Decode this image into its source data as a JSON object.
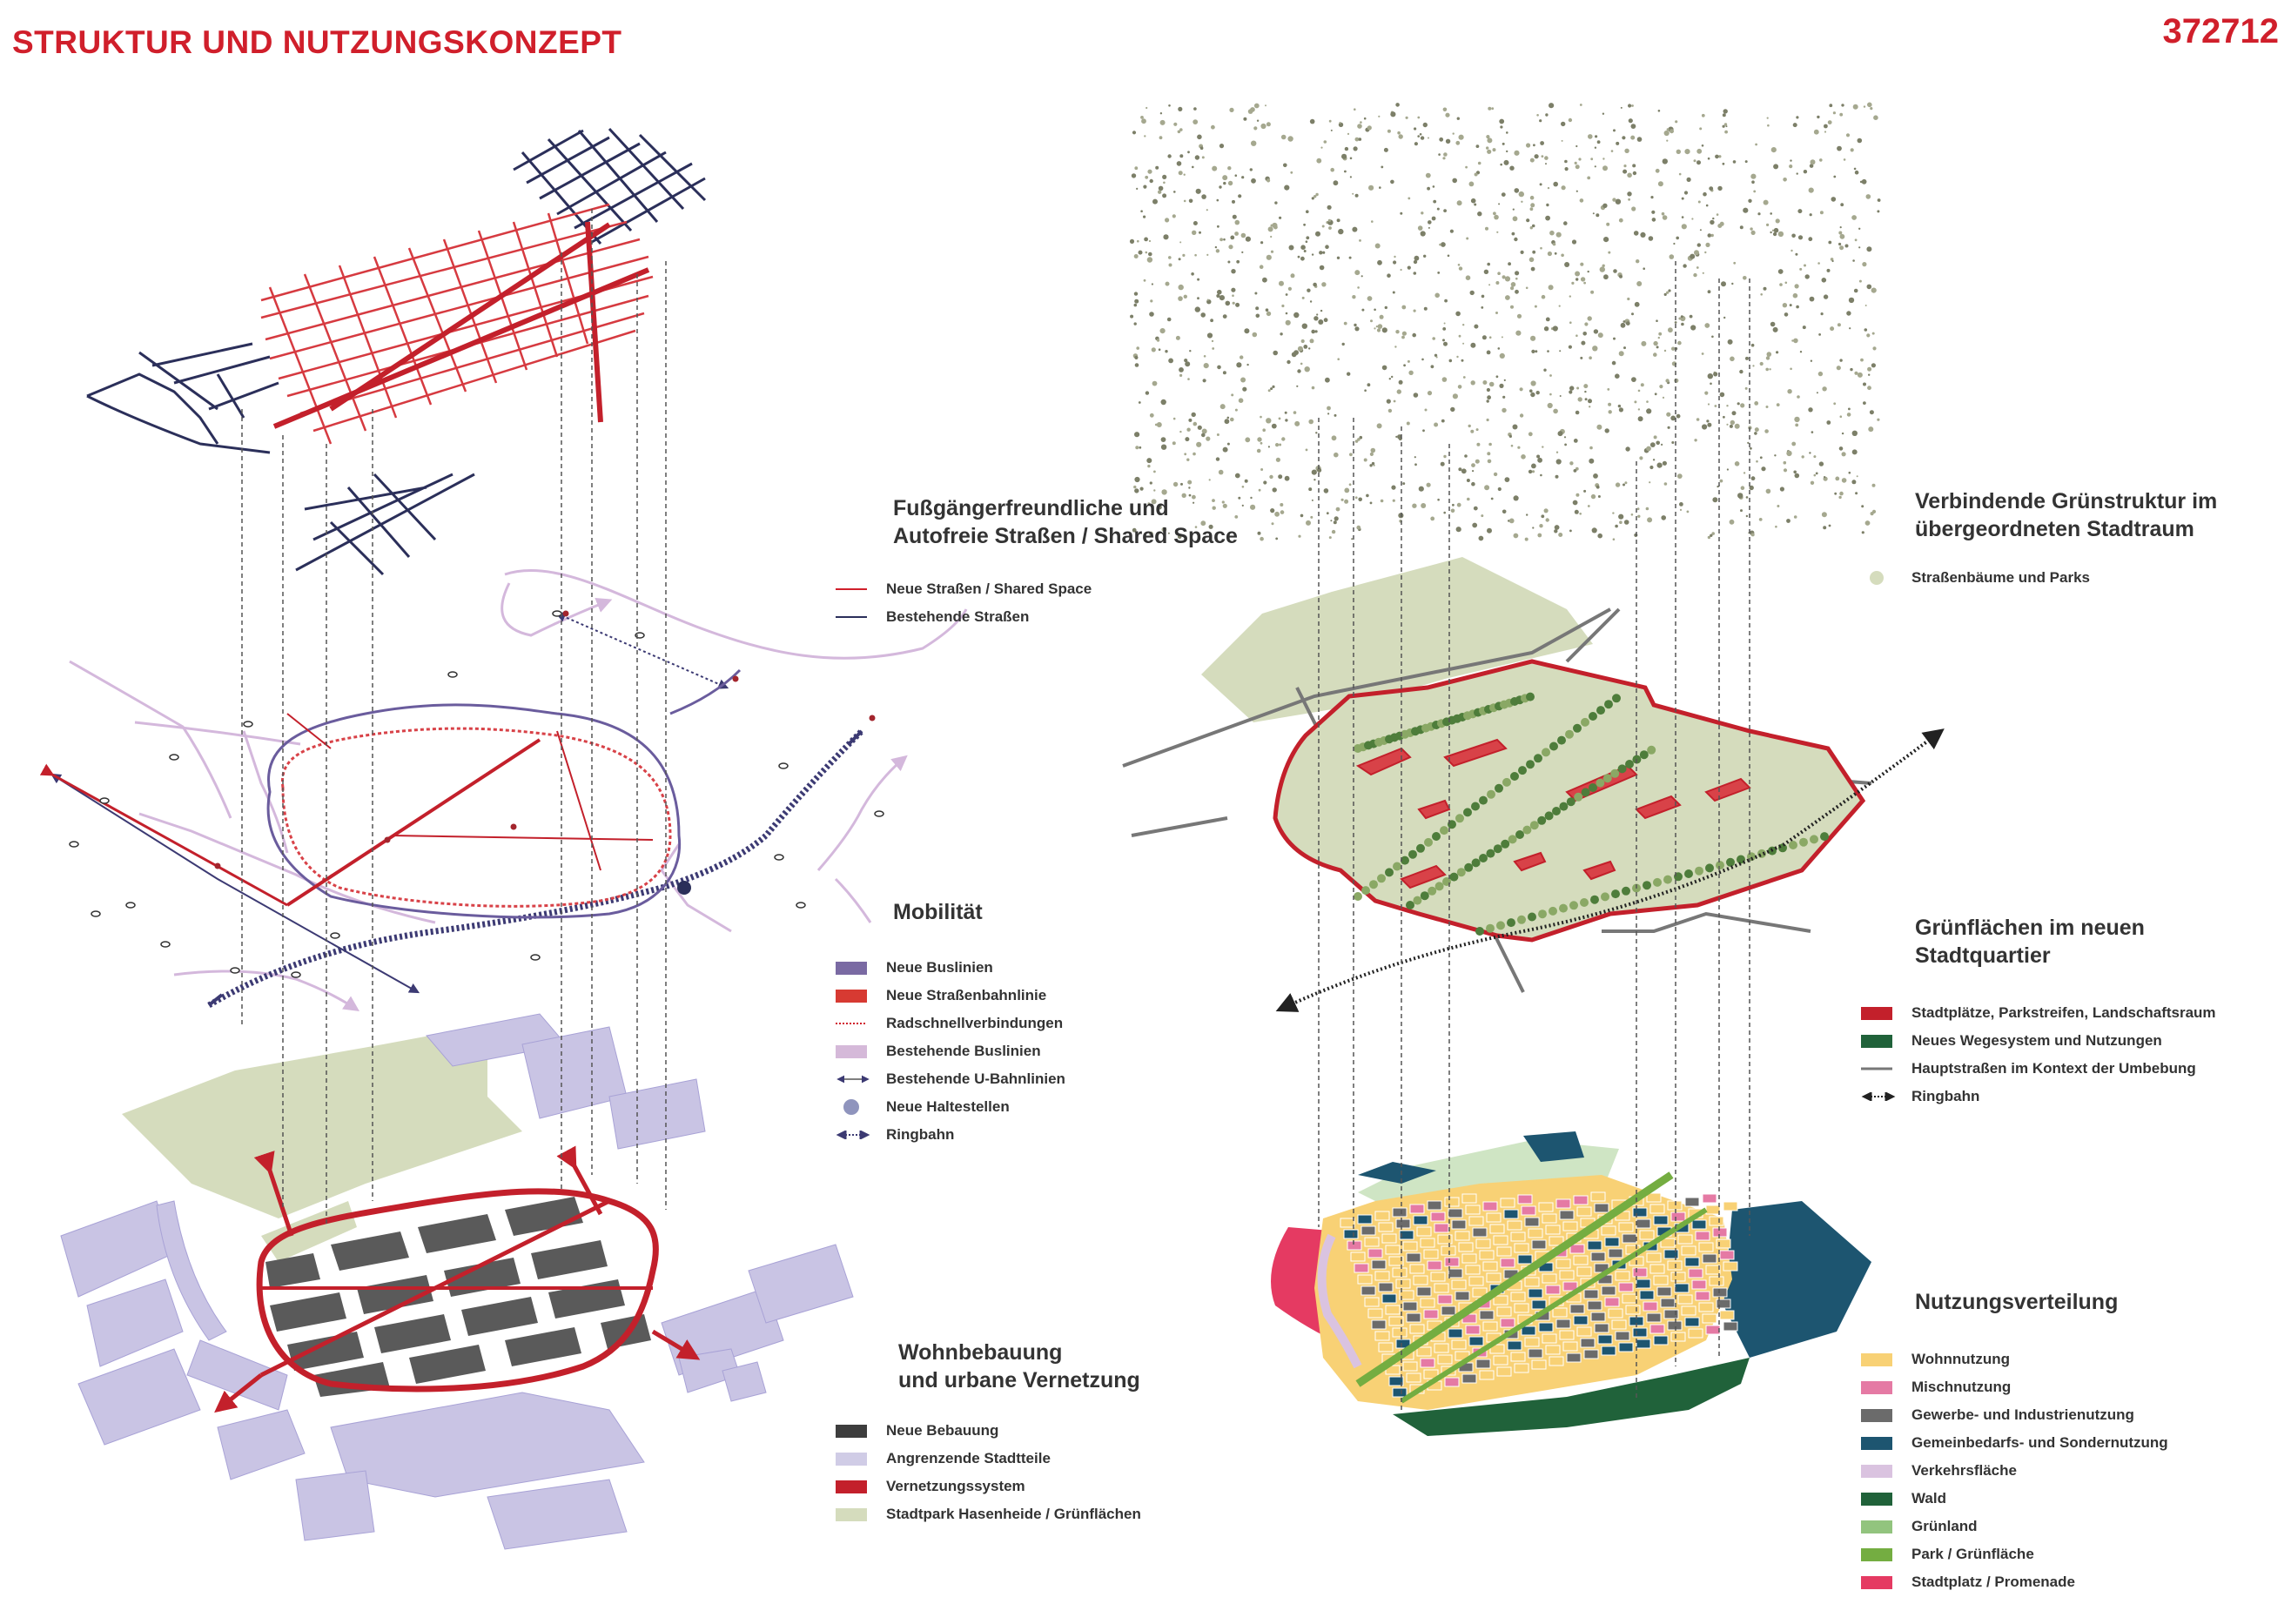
{
  "header": {
    "title": "STRUKTUR UND NUTZUNGSKONZEPT",
    "number": "372712"
  },
  "colors": {
    "accent_red": "#d01f2b",
    "new_bus": "#7a6aa3",
    "tram": "#d73a32",
    "existing_bus": "#d5b9d9",
    "green_area": "#d5dcbd",
    "neighbourhood": "#c9c4e4",
    "new_building": "#5a5a5a",
    "wald": "#20623a",
    "gemeinbedarf": "#1d5570",
    "wohnen": "#f8d175",
    "misch": "#e57aa4",
    "gewerbe": "#6b6b6b",
    "verkehr": "#dac3e0",
    "gruenland": "#92c47e",
    "park": "#74ad41",
    "promenade": "#e53a62"
  },
  "left": {
    "streets": {
      "title_lines": [
        "Fußgängerfreundliche und",
        "Autofreie Straßen / Shared Space"
      ],
      "legend": [
        {
          "label": "Neue Straßen / Shared Space",
          "symbol": "line-red"
        },
        {
          "label": "Bestehende Straßen",
          "symbol": "line-navy"
        }
      ]
    },
    "mobility": {
      "title_lines": [
        "Mobilität"
      ],
      "legend": [
        {
          "label": "Neue Buslinien",
          "symbol": "swatch-new-bus"
        },
        {
          "label": "Neue Straßenbahnlinie",
          "symbol": "swatch-tram"
        },
        {
          "label": "Radschnellverbindungen",
          "symbol": "dotted-red"
        },
        {
          "label": "Bestehende Buslinien",
          "symbol": "swatch-existing-bus"
        },
        {
          "label": "Bestehende U-Bahnlinien",
          "symbol": "arrow-both"
        },
        {
          "label": "Neue Haltestellen",
          "symbol": "dot"
        },
        {
          "label": "Ringbahn",
          "symbol": "ringbahn"
        }
      ]
    },
    "housing": {
      "title_lines": [
        "Wohnbebauung",
        "und urbane Vernetzung"
      ],
      "legend": [
        {
          "label": "Neue Bebauung",
          "symbol": "swatch-dark"
        },
        {
          "label": "Angrenzende Stadtteile",
          "symbol": "swatch-lilac"
        },
        {
          "label": "Vernetzungssystem",
          "symbol": "swatch-red"
        },
        {
          "label": "Stadtpark Hasenheide / Grünflächen",
          "symbol": "swatch-sage"
        }
      ]
    }
  },
  "right": {
    "green_context": {
      "title_lines": [
        "Verbindende Grünstruktur im",
        "übergeordneten Stadtraum"
      ],
      "legend": [
        {
          "label": "Straßenbäume und Parks",
          "symbol": "dot-sage"
        }
      ]
    },
    "green_quarter": {
      "title_lines": [
        "Grünflächen im neuen",
        "Stadtquartier"
      ],
      "legend": [
        {
          "label": "Stadtplätze, Parkstreifen, Landschaftsraum",
          "symbol": "swatch-red"
        },
        {
          "label": "Neues Wegesystem und Nutzungen",
          "symbol": "swatch-wald"
        },
        {
          "label": "Hauptstraßen im Kontext der Umbebung",
          "symbol": "line-grey"
        },
        {
          "label": "Ringbahn",
          "symbol": "ringbahn-black"
        }
      ]
    },
    "land_use": {
      "title_lines": [
        "Nutzungsverteilung"
      ],
      "legend": [
        {
          "label": "Wohnnutzung",
          "symbol": "swatch-wohnen"
        },
        {
          "label": "Mischnutzung",
          "symbol": "swatch-misch"
        },
        {
          "label": "Gewerbe- und Industrienutzung",
          "symbol": "swatch-gewerbe"
        },
        {
          "label": "Gemeinbedarfs- und Sondernutzung",
          "symbol": "swatch-gemeinbedarf"
        },
        {
          "label": "Verkehrsfläche",
          "symbol": "swatch-verkehr"
        },
        {
          "label": "Wald",
          "symbol": "swatch-wald"
        },
        {
          "label": "Grünland",
          "symbol": "swatch-gruenland"
        },
        {
          "label": "Park / Grünfläche",
          "symbol": "swatch-park"
        },
        {
          "label": "Stadtplatz / Promenade",
          "symbol": "swatch-promenade"
        }
      ]
    }
  }
}
